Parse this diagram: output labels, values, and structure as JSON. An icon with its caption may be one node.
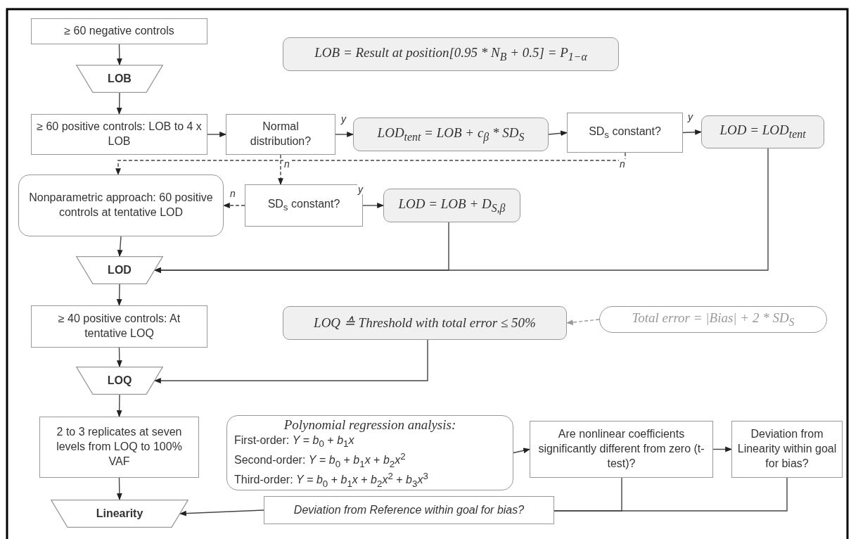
{
  "diagram": {
    "nodes": [
      {
        "text": [
          "≥ 60 negative controls"
        ]
      },
      {
        "text": [
          "LOB = Result at position[0.95 * N$_{B}$ + 0.5] = P$_{1−α}$"
        ]
      },
      {
        "text": [
          "LOB"
        ]
      },
      {
        "text": [
          "≥ 60 positive controls: LOB to 4 x LOB"
        ]
      },
      {
        "text": [
          "Normal distribution?"
        ]
      },
      {
        "text": [
          "LOD$_{tent}$ = LOB +  c$_{β}$ * SD$_{S}$"
        ]
      },
      {
        "text": [
          "SD$_{s}$ constant?"
        ]
      },
      {
        "text": [
          "LOD = LOD$_{tent}$"
        ]
      },
      {
        "text": [
          "Nonparametric approach: 60 positive controls at tentative LOD"
        ]
      },
      {
        "text": [
          "SD$_{s}$ constant?"
        ]
      },
      {
        "text": [
          "LOD = LOB + D$_{S,β}$"
        ]
      },
      {
        "text": [
          "LOD"
        ]
      },
      {
        "text": [
          "≥ 40 positive controls: At tentative LOQ"
        ]
      },
      {
        "text": [
          "LOQ ≙ Threshold with total error ≤ 50%"
        ]
      },
      {
        "text": [
          "Total error =  |Bias| + 2 * SD$_{S}$"
        ]
      },
      {
        "text": [
          "LOQ"
        ]
      },
      {
        "text": [
          "2 to 3 replicates at seven levels from LOQ to 100% VAF"
        ]
      },
      {
        "text": [
          "Polynomial regression analysis:",
          "First-order: *Y* = *b*$_{0}$ + *b*$_{1}$*x*",
          "Second-order: *Y* = *b*$_{0}$ + *b*$_{1}$*x* + *b*$_{2}$*x*$^{2}$",
          "Third-order: *Y* = *b*$_{0}$ + *b*$_{1}$*x* + *b*$_{2}$*x*$^{2}$ + *b*$_{3}$*x*$^{3}$"
        ]
      },
      {
        "text": [
          "Are nonlinear coefficients significantly different from zero (t-test)?"
        ]
      },
      {
        "text": [
          "Deviation from Linearity within goal for bias?"
        ]
      },
      {
        "text": [
          "Linearity"
        ]
      },
      {
        "text": [
          "Deviation from Reference within goal for bias?"
        ]
      }
    ],
    "edges": [
      {
        "from": 0,
        "to": 2,
        "arrow": "to"
      },
      {
        "from": 2,
        "to": 3,
        "arrow": "to"
      },
      {
        "from": 3,
        "to": 4,
        "arrow": "to"
      },
      {
        "from": 4,
        "to": 5,
        "arrow": "to",
        "label": "y"
      },
      {
        "from": 5,
        "to": 6,
        "arrow": "to"
      },
      {
        "from": 6,
        "to": 7,
        "arrow": "to",
        "label": "y"
      },
      {
        "from": 4,
        "to": 9,
        "arrow": "to",
        "label": "n",
        "style": "dashed"
      },
      {
        "from": 6,
        "to": 8,
        "arrow": "to",
        "label": "n",
        "style": "dashed"
      },
      {
        "from": 9,
        "to": 8,
        "arrow": "to",
        "label": "n",
        "style": "dashed"
      },
      {
        "from": 9,
        "to": 10,
        "arrow": "to",
        "label": "y"
      },
      {
        "from": 8,
        "to": 11,
        "arrow": "to"
      },
      {
        "from": 10,
        "to": 11,
        "arrow": "to"
      },
      {
        "from": 7,
        "to": 11,
        "arrow": "to"
      },
      {
        "from": 11,
        "to": 12,
        "arrow": "to"
      },
      {
        "from": 12,
        "to": 15,
        "arrow": "to"
      },
      {
        "from": 13,
        "to": 15,
        "arrow": "to"
      },
      {
        "from": 14,
        "to": 13,
        "arrow": "to",
        "style": "dashed",
        "color": "#999999"
      },
      {
        "from": 15,
        "to": 16,
        "arrow": "to"
      },
      {
        "from": 16,
        "to": 20,
        "arrow": "to"
      },
      {
        "from": 17,
        "to": 18,
        "arrow": "to"
      },
      {
        "from": 18,
        "to": 19,
        "arrow": "to"
      },
      {
        "from": 18,
        "to": 21,
        "arrow": "none"
      },
      {
        "from": 19,
        "to": 21,
        "arrow": "none"
      },
      {
        "from": 21,
        "to": 20,
        "arrow": "to"
      }
    ]
  }
}
